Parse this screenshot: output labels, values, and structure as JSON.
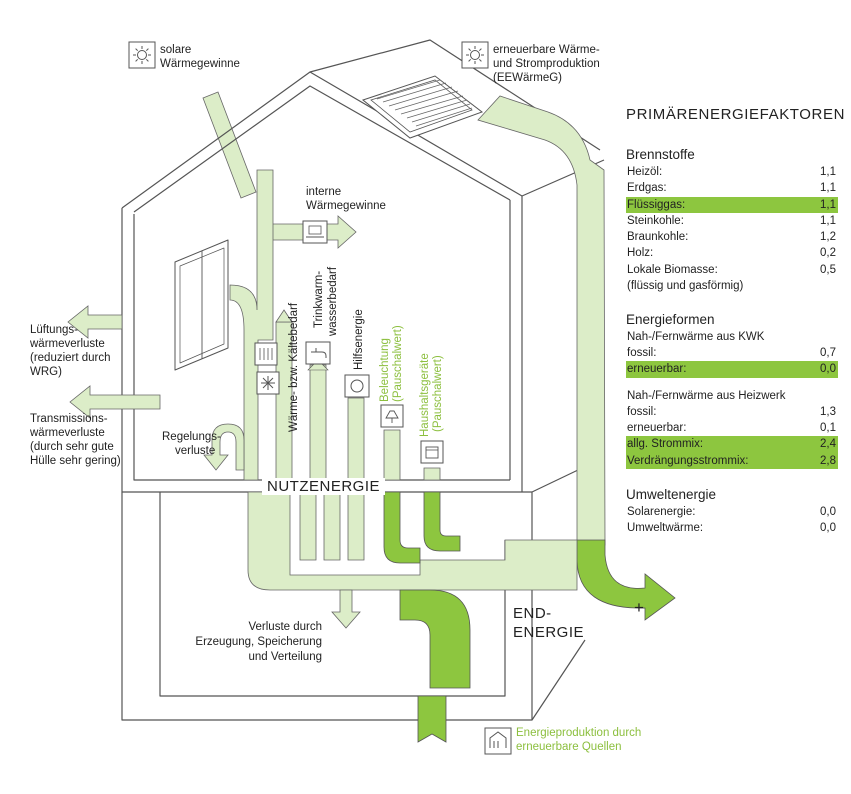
{
  "labels": {
    "solar_gain": [
      "solare",
      "Wärmegewinne"
    ],
    "renewable_prod": [
      "erneuerbare Wärme-",
      "und Stromproduktion",
      "(EEWärmeG)"
    ],
    "internal_gain": [
      "interne",
      "Wärmegewinne"
    ],
    "ventilation_loss": [
      "Lüftungs-",
      "wärmeverluste",
      "(reduziert durch",
      "WRG)"
    ],
    "transmission_loss": [
      "Transmissions-",
      "wärmeverluste",
      "(durch sehr gute",
      "Hülle sehr gering)"
    ],
    "control_loss": [
      "Regelungs-",
      "verluste"
    ],
    "heat_demand": "Wärme- bzw. Kältebedarf",
    "hot_water": [
      "Trinkwarm-",
      "wasserbedarf"
    ],
    "aux_energy": "Hilfsenergie",
    "lighting": [
      "Beleuchtung",
      "(Pauschalwert)"
    ],
    "appliances": [
      "Haushaltsgeräte",
      "(Pauschalwert)"
    ],
    "useful_energy": "NUTZENERGIE",
    "final_energy": [
      "END-",
      "ENERGIE"
    ],
    "gen_losses": [
      "Verluste durch",
      "Erzeugung, Speicherung",
      "und Verteilung"
    ],
    "renewable_sources": [
      "Energieproduktion durch",
      "erneuerbare Quellen"
    ],
    "plus": "+"
  },
  "factors": {
    "title": "PRIMÄRENERGIEFAKTOREN",
    "fuels": {
      "heading": "Brennstoffe",
      "rows": [
        {
          "name": "Heizöl:",
          "value": "1,1",
          "highlight": false
        },
        {
          "name": "Erdgas:",
          "value": "1,1",
          "highlight": false
        },
        {
          "name": "Flüssiggas:",
          "value": "1,1",
          "highlight": true
        },
        {
          "name": "Steinkohle:",
          "value": "1,1",
          "highlight": false
        },
        {
          "name": "Braunkohle:",
          "value": "1,2",
          "highlight": false
        },
        {
          "name": "Holz:",
          "value": "0,2",
          "highlight": false
        },
        {
          "name": "Lokale Biomasse:",
          "value": "0,5",
          "highlight": false
        }
      ],
      "note": "(flüssig und gasförmig)"
    },
    "forms": {
      "heading": "Energieformen",
      "sub1": "Nah-/Fernwärme aus KWK",
      "rows1": [
        {
          "name": "fossil:",
          "value": "0,7",
          "highlight": false
        },
        {
          "name": "erneuerbar:",
          "value": "0,0",
          "highlight": true
        }
      ],
      "sub2": "Nah-/Fernwärme aus Heizwerk",
      "rows2": [
        {
          "name": "fossil:",
          "value": "1,3",
          "highlight": false
        },
        {
          "name": "erneuerbar:",
          "value": "0,1",
          "highlight": false
        },
        {
          "name": "allg. Strommix:",
          "value": "2,4",
          "highlight": true
        },
        {
          "name": "Verdrängungsstrommix:",
          "value": "2,8",
          "highlight": true
        }
      ]
    },
    "environment": {
      "heading": "Umweltenergie",
      "rows": [
        {
          "name": "Solarenergie:",
          "value": "0,0",
          "highlight": false
        },
        {
          "name": "Umweltwärme:",
          "value": "0,0",
          "highlight": false
        }
      ]
    }
  },
  "colors": {
    "light_green": "#dcedc8",
    "dark_green": "#8dc63f",
    "outline": "#555555",
    "label_green": "#8cbf3e"
  },
  "icons": [
    "sun-icon",
    "solar-panel-icon",
    "laptop-icon",
    "radiator-icon",
    "snowflake-icon",
    "faucet-icon",
    "pump-icon",
    "lamp-icon",
    "appliance-icon",
    "house-small-icon"
  ]
}
